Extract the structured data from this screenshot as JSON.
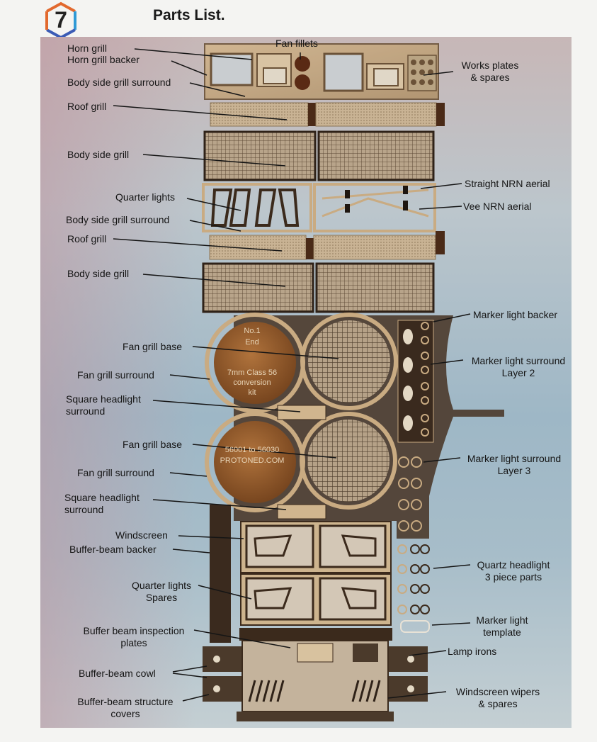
{
  "header": {
    "step_number": "7",
    "title": "Parts List."
  },
  "etch_text": {
    "plate1": [
      "No.1",
      "End",
      "7mm Class 56",
      "conversion",
      "kit"
    ],
    "plate2": [
      "56001 to 56030",
      "PROTONED.COM"
    ]
  },
  "labels": {
    "horn_grill": "Horn grill",
    "horn_grill_backer": "Horn grill backer",
    "body_side_grill_surround_1": "Body side grill surround",
    "roof_grill_1": "Roof grill",
    "body_side_grill_1": "Body side grill",
    "quarter_lights": "Quarter lights",
    "body_side_grill_surround_2": "Body side grill surround",
    "roof_grill_2": "Roof grill",
    "body_side_grill_2": "Body side grill",
    "fan_grill_base_1": "Fan grill base",
    "fan_grill_surround_1": "Fan grill surround",
    "square_headlight_surround_1": [
      "Square headlight",
      "surround"
    ],
    "fan_grill_base_2": "Fan grill base",
    "fan_grill_surround_2": "Fan grill surround",
    "square_headlight_surround_2": [
      "Square headlight",
      "surround"
    ],
    "windscreen": "Windscreen",
    "buffer_beam_backer": "Buffer-beam backer",
    "quarter_lights_spares": [
      "Quarter lights",
      "Spares"
    ],
    "buffer_beam_inspection_plates": [
      "Buffer beam inspection",
      "plates"
    ],
    "buffer_beam_cowl": "Buffer-beam cowl",
    "buffer_beam_structure_covers": [
      "Buffer-beam structure",
      "covers"
    ],
    "fan_fillets": "Fan fillets",
    "works_plates_spares": [
      "Works plates",
      "& spares"
    ],
    "straight_nrn_aerial": "Straight NRN aerial",
    "vee_nrn_aerial": "Vee NRN aerial",
    "marker_light_backer": "Marker light backer",
    "marker_light_surround_l2": [
      "Marker light surround",
      "Layer 2"
    ],
    "marker_light_surround_l3": [
      "Marker light surround",
      "Layer 3"
    ],
    "quartz_headlight": [
      "Quartz headlight",
      "3 piece parts"
    ],
    "marker_light_template": [
      "Marker light",
      "template"
    ],
    "lamp_irons": "Lamp irons",
    "windscreen_wipers": [
      "Windscreen wipers",
      "& spares"
    ]
  }
}
